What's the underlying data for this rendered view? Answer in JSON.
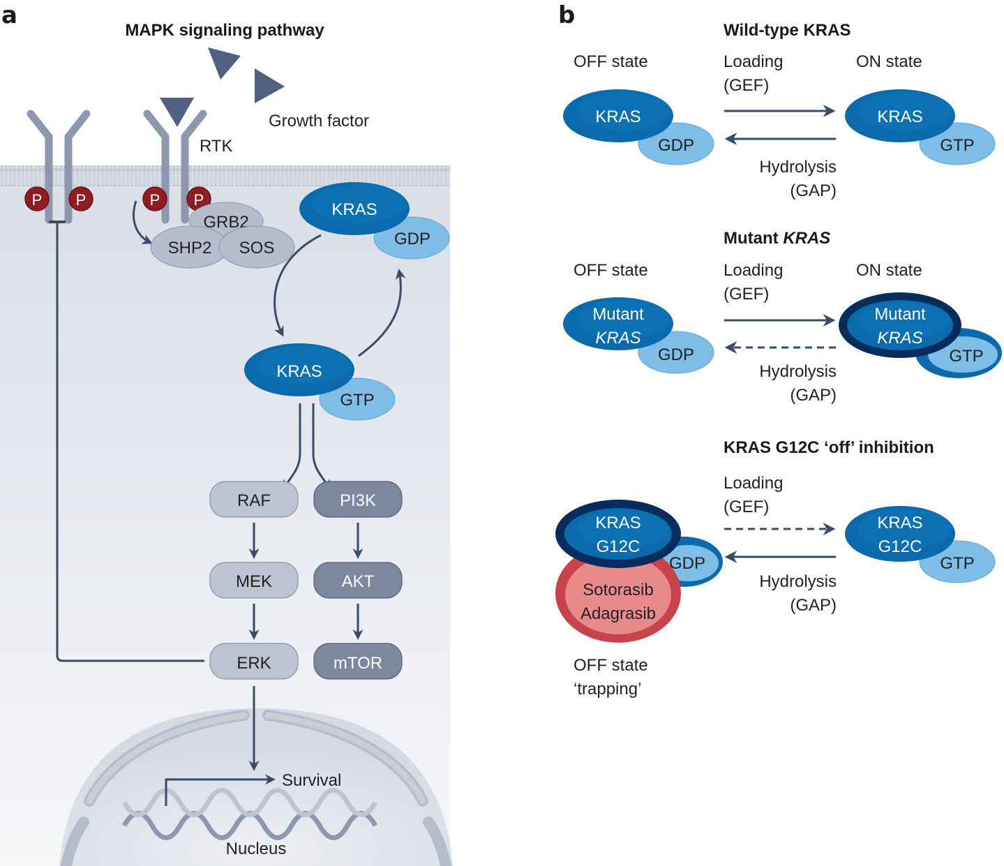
{
  "panel_a": {
    "letter": "a",
    "title": "MAPK signaling pathway",
    "growth_factor_label": "Growth factor",
    "rtk_label": "RTK",
    "phospho_label": "P",
    "adaptors": {
      "grb2": "GRB2",
      "shp2": "SHP2",
      "sos": "SOS"
    },
    "kras_gdp": {
      "protein": "KRAS",
      "nucleotide": "GDP"
    },
    "kras_gtp": {
      "protein": "KRAS",
      "nucleotide": "GTP"
    },
    "mapk_branch": [
      "RAF",
      "MEK",
      "ERK"
    ],
    "pi3k_branch": [
      "PI3K",
      "AKT",
      "mTOR"
    ],
    "survival_label": "Survival",
    "nucleus_label": "Nucleus"
  },
  "panel_b": {
    "letter": "b",
    "sections": [
      {
        "title": "Wild-type KRAS",
        "off_label": "OFF state",
        "on_label": "ON state",
        "loading_line1": "Loading",
        "loading_line2": "(GEF)",
        "hydrolysis_line1": "Hydrolysis",
        "hydrolysis_line2": "(GAP)",
        "off_protein": [
          "KRAS"
        ],
        "off_nucleotide": "GDP",
        "on_protein": [
          "KRAS"
        ],
        "on_nucleotide": "GTP",
        "loading_arrow": "solid",
        "hydrolysis_arrow": "solid"
      },
      {
        "title_plain": "Mutant ",
        "title_italic": "KRAS",
        "off_label": "OFF state",
        "on_label": "ON state",
        "loading_line1": "Loading",
        "loading_line2": "(GEF)",
        "hydrolysis_line1": "Hydrolysis",
        "hydrolysis_line2": "(GAP)",
        "off_protein": [
          "Mutant",
          "KRAS"
        ],
        "off_nucleotide": "GDP",
        "on_protein": [
          "Mutant",
          "KRAS"
        ],
        "on_nucleotide": "GTP",
        "loading_arrow": "solid",
        "hydrolysis_arrow": "dashed"
      },
      {
        "title": "KRAS G12C ‘off’ inhibition",
        "loading_line1": "Loading",
        "loading_line2": "(GEF)",
        "hydrolysis_line1": "Hydrolysis",
        "hydrolysis_line2": "(GAP)",
        "off_protein": [
          "KRAS",
          "G12C"
        ],
        "off_nucleotide": "GDP",
        "inhibitors": [
          "Sotorasib",
          "Adagrasib"
        ],
        "on_protein": [
          "KRAS",
          "G12C"
        ],
        "on_nucleotide": "GTP",
        "trapping_line1": "OFF state",
        "trapping_line2": "‘trapping’",
        "loading_arrow": "dashed",
        "hydrolysis_arrow": "solid"
      }
    ]
  },
  "colors": {
    "kras_blue": "#0a6aab",
    "kras_dark_outline": "#062d5e",
    "nucleotide_blue": "#7dbde6",
    "adaptor_grey": "#b7bfcd",
    "mapk_box": "#bcc3d1",
    "pi3k_box": "#7d879e",
    "arrow": "#3b4a66",
    "phospho_red": "#8e1e22",
    "inhibitor_red": "#e88a8c",
    "inhibitor_outline": "#c8434a",
    "cytoplasm": "#dfe3ea"
  }
}
